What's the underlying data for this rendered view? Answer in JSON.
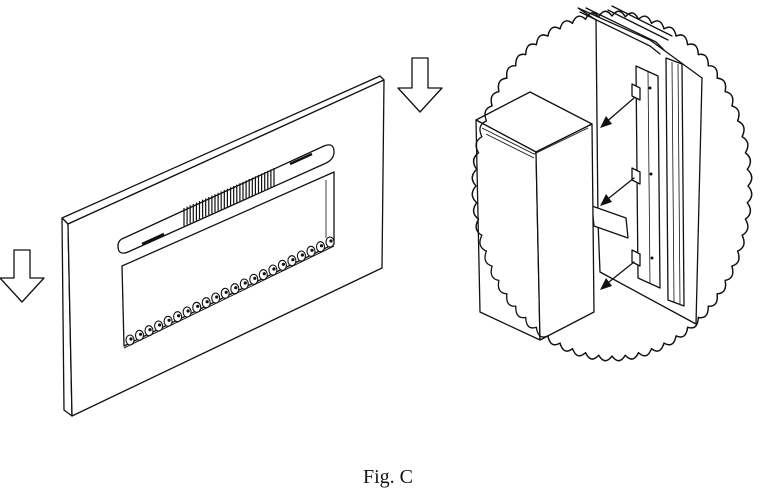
{
  "figure": {
    "caption": "Fig. C"
  },
  "icons": {
    "down_arrows": [
      "down-arrow-icon-left",
      "down-arrow-icon-top"
    ],
    "install_arrows": [
      "install-arrow-icon-1",
      "install-arrow-icon-2",
      "install-arrow-icon-3"
    ]
  }
}
